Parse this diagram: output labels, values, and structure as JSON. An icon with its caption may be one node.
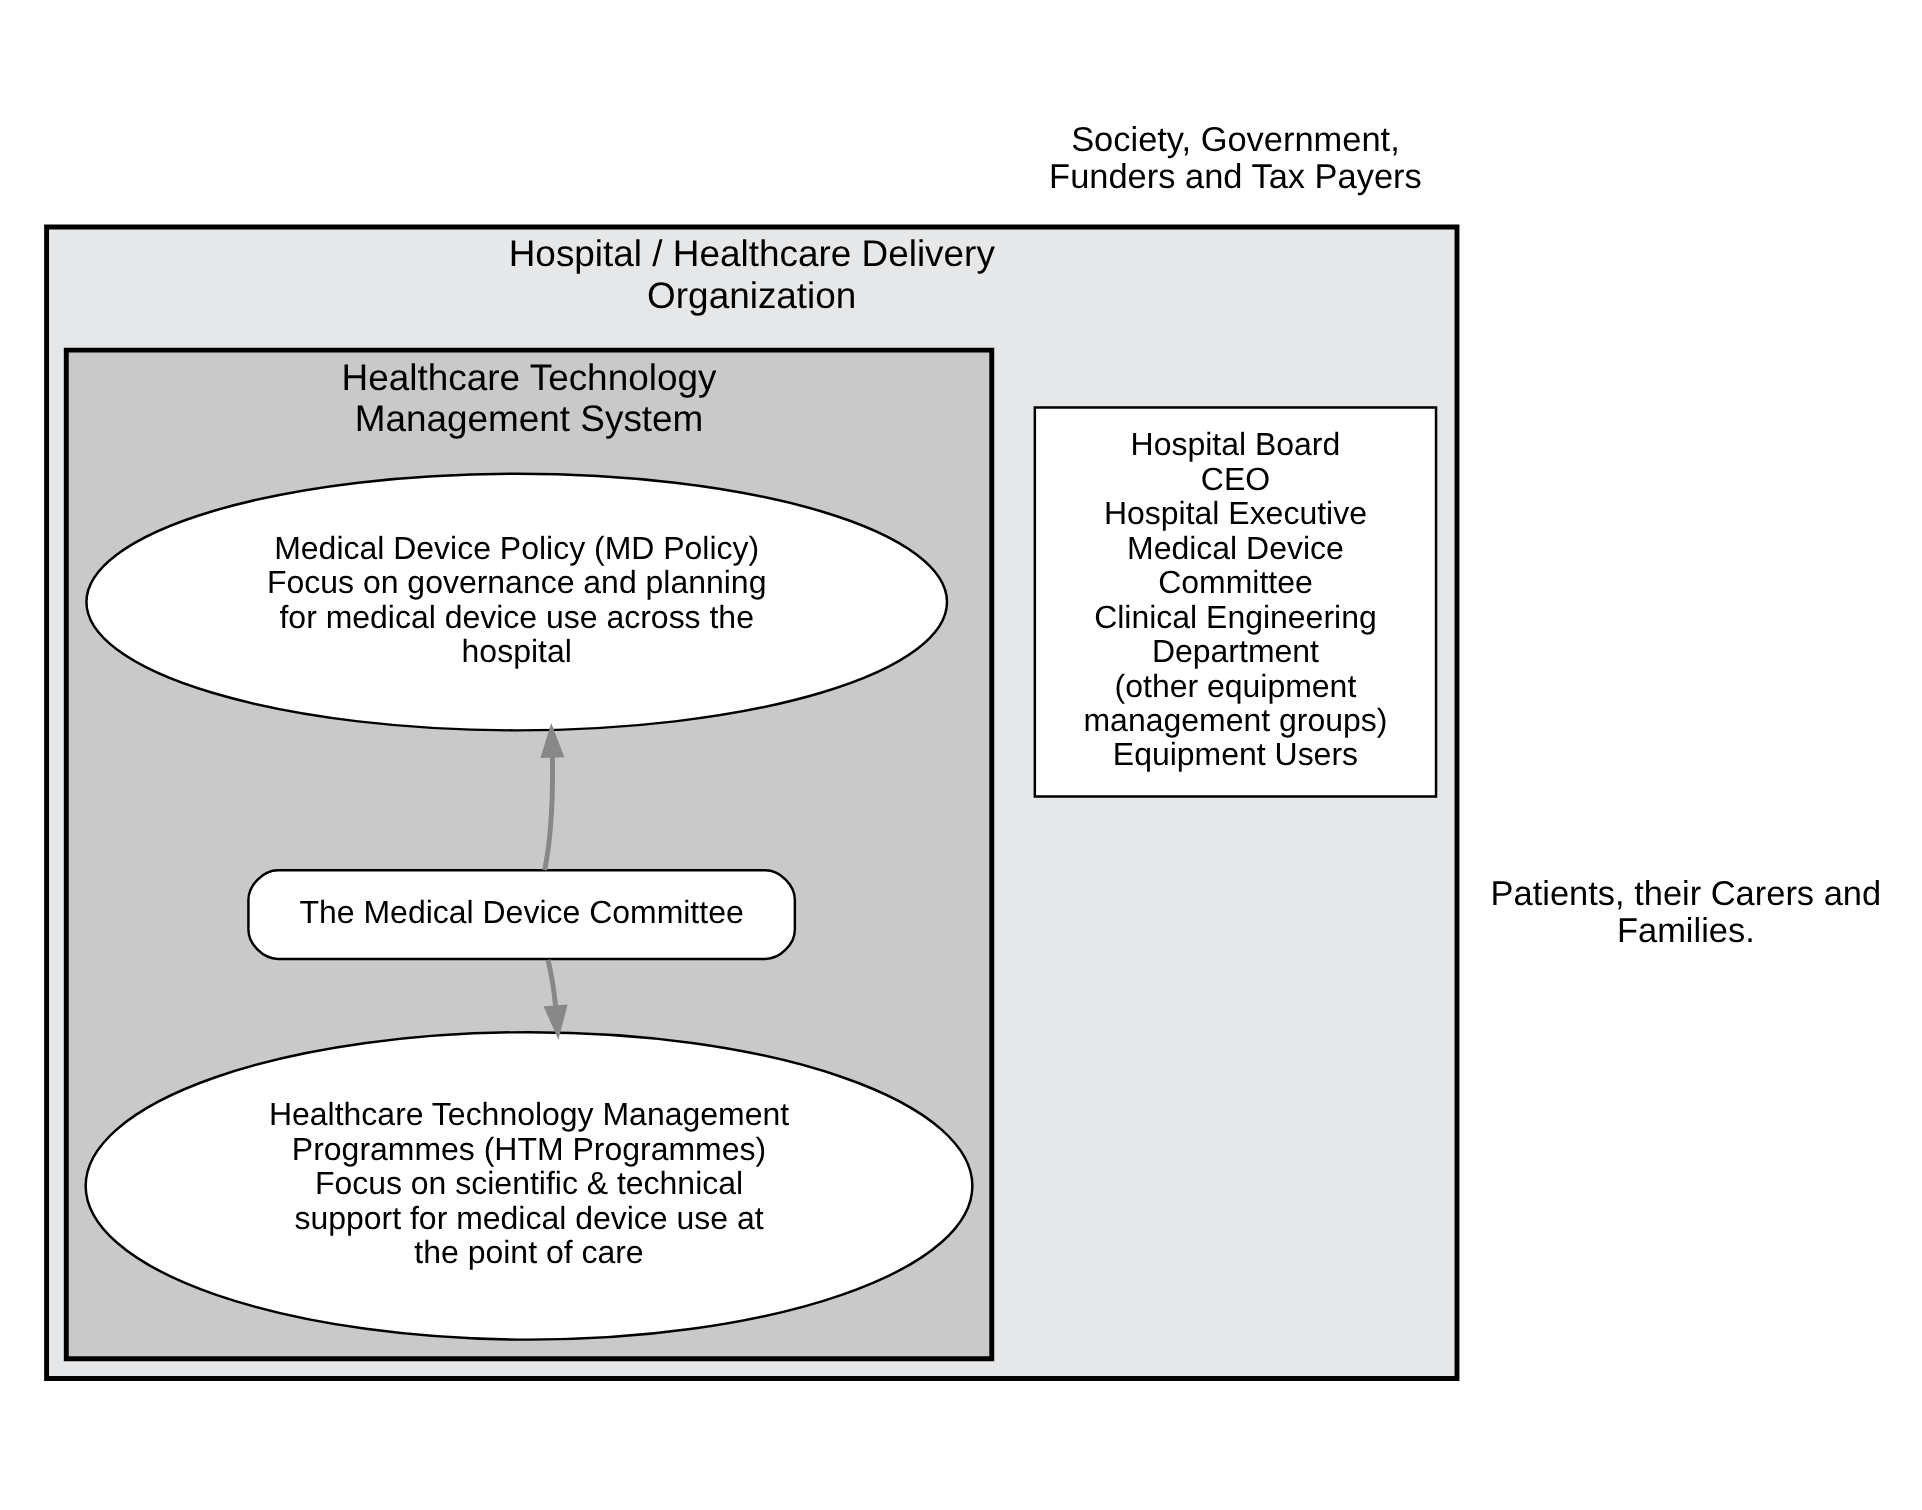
{
  "diagram": {
    "nodes": [
      {
        "text": [
          "Hospital / Healthcare Delivery Organization"
        ]
      },
      {
        "text": [
          "Hospital Board",
          "CEO",
          "Hospital Executive",
          "Medical Device Committee",
          "Clinical Engineering Department",
          "(other equipment management groups)",
          "Equipment Users"
        ],
        "in": 0
      },
      {
        "text": [
          "Healthcare Technology Management System"
        ],
        "in": 0
      },
      {
        "text": [
          "Medical Device Policy (MD Policy)",
          "Focus on governance and planning for medical device use across the hospital"
        ],
        "in": 2
      },
      {
        "text": [
          "The Medical Device Committee"
        ],
        "in": 2
      },
      {
        "text": [
          "Healthcare Technology Management Programmes (HTM Programmes)",
          "Focus on scientific & technical support for medical device use at the point of care"
        ],
        "in": 2
      }
    ],
    "edges": [
      {
        "from": 4,
        "to": 3,
        "arrow": "to"
      },
      {
        "from": 4,
        "to": 5,
        "arrow": "to"
      }
    ],
    "labels": [
      "Society, Government, Funders and Tax Payers",
      "Patients, their Carers and Families."
    ]
  }
}
